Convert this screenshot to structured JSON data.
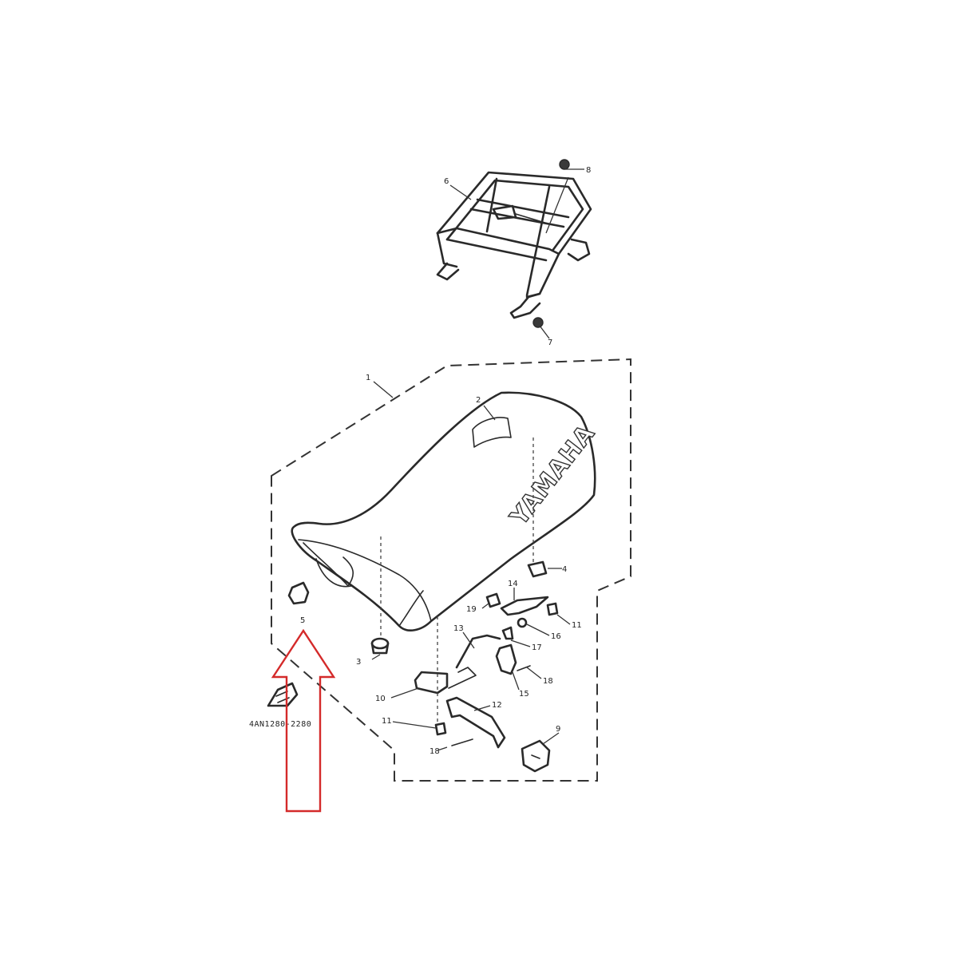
{
  "diagram": {
    "brand_text": "YAMAHA",
    "part_code": "4AN1280-2280",
    "callout_labels": {
      "seat_assy": "1",
      "strap": "2",
      "damper": "3",
      "clip": "4",
      "cushion": "5",
      "rack": "6",
      "rack_bolt_lower": "7",
      "rack_bolt_upper": "8",
      "bracket_9": "9",
      "bracket_10": "10",
      "bolt_11_right": "11",
      "bolt_11_left": "11",
      "lock_rod": "12",
      "cable": "13",
      "lever": "14",
      "hook": "15",
      "washer": "16",
      "pin": "17",
      "spring_18_right": "18",
      "spring_18_left": "18",
      "bolt_19": "19"
    },
    "highlight_color": "#d42a2a"
  }
}
